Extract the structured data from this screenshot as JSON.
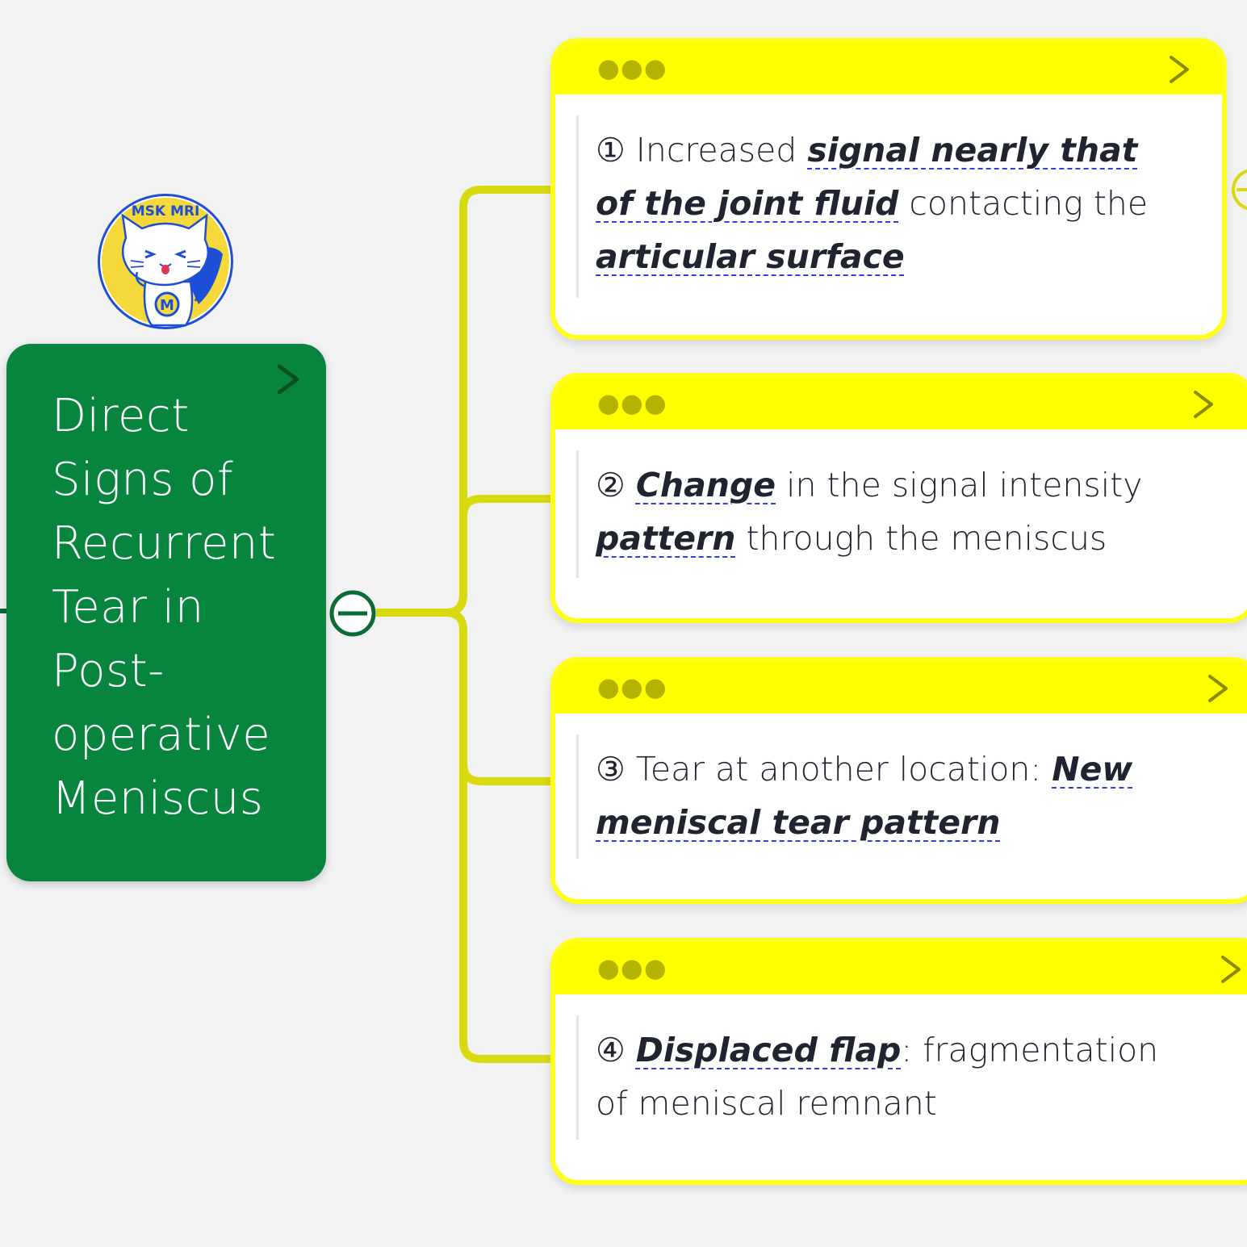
{
  "logo": {
    "text": "MSK MRI",
    "badge_letter": "M",
    "colors": {
      "ring": "#1d4fd6",
      "fill": "#f5d93a",
      "cape": "#1d4fd6"
    }
  },
  "root": {
    "title": "Direct Signs of Recurrent Tear in Post-operative Meniscus",
    "color": "#07853e",
    "toggle_icon": "collapse-minus-icon",
    "chevron_icon": "chevron-right-icon"
  },
  "connector_color": "#d9d90f",
  "cards": [
    {
      "number": "①",
      "segments": [
        {
          "text": " Increased ",
          "style": "normal"
        },
        {
          "text": "signal nearly that of the joint fluid",
          "style": "emphasis"
        },
        {
          "text": " contacting the ",
          "style": "normal"
        },
        {
          "text": "articular surface",
          "style": "emphasis"
        }
      ]
    },
    {
      "number": "②",
      "segments": [
        {
          "text": " ",
          "style": "normal"
        },
        {
          "text": "Change",
          "style": "emphasis"
        },
        {
          "text": " in the signal intensity ",
          "style": "normal"
        },
        {
          "text": "pattern",
          "style": "emphasis"
        },
        {
          "text": " through the meniscus",
          "style": "normal"
        }
      ]
    },
    {
      "number": "③",
      "segments": [
        {
          "text": " Tear at another location: ",
          "style": "normal"
        },
        {
          "text": "New meniscal tear pattern",
          "style": "emphasis"
        }
      ]
    },
    {
      "number": "④",
      "segments": [
        {
          "text": " ",
          "style": "normal"
        },
        {
          "text": "Displaced flap",
          "style": "emphasis"
        },
        {
          "text": ": fragmentation of meniscal remnant",
          "style": "normal"
        }
      ]
    }
  ],
  "card_colors": {
    "header": "#ffff00",
    "border": "#ffff1a",
    "dots": "#b3b300",
    "underline": "#2c3fe6"
  }
}
